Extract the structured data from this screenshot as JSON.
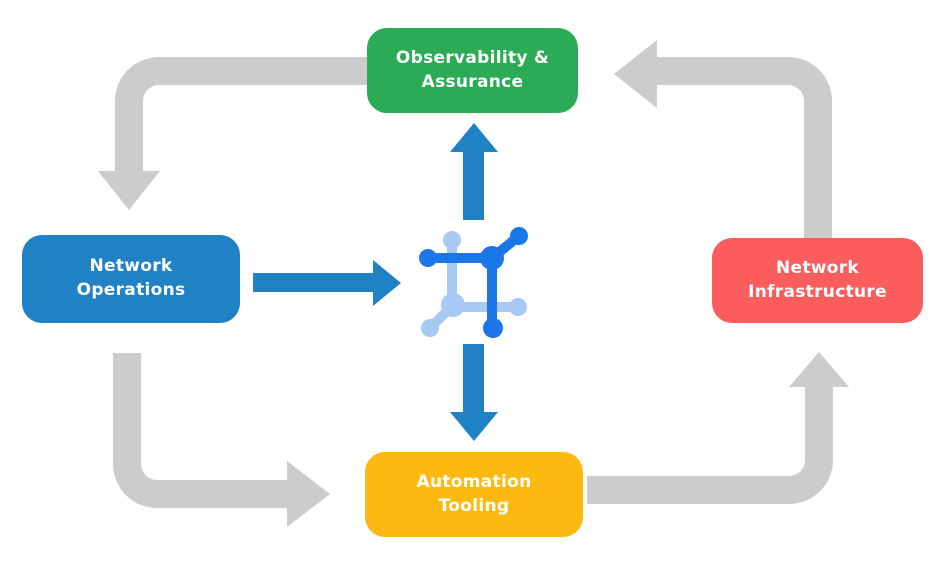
{
  "title": "Network automation platform cycle diagram",
  "colors": {
    "background": "#FFFFFF",
    "green": "#2BAB55",
    "blue": "#2082C4",
    "red": "#FB5D5D",
    "yellow": "#FCB912",
    "gray_arrow": "#CCCCCC",
    "blue_arrow": "#2082C4",
    "icon_dark_blue": "#1B76E8",
    "icon_light_blue": "#A8C9F4",
    "node_text": "#FFFFFF"
  },
  "nodes": {
    "observability": {
      "line1": "Observability &",
      "line2": "Assurance",
      "color": "#2BAB55"
    },
    "operations": {
      "line1": "Network",
      "line2": "Operations",
      "color": "#2082C4"
    },
    "infrastructure": {
      "line1": "Network",
      "line2": "Infrastructure",
      "color": "#FB5D5D"
    },
    "automation": {
      "line1": "Automation",
      "line2": "Tooling",
      "color": "#FCB912"
    }
  },
  "center_icon": "network-mesh-icon",
  "flows": [
    {
      "from": "Observability & Assurance",
      "to": "Network Operations",
      "style": "gray-elbow"
    },
    {
      "from": "Network Operations",
      "to": "Automation Tooling",
      "style": "gray-elbow"
    },
    {
      "from": "Automation Tooling",
      "to": "Network Infrastructure",
      "style": "gray-elbow"
    },
    {
      "from": "Network Infrastructure",
      "to": "Observability & Assurance",
      "style": "gray-elbow"
    },
    {
      "from": "Network Operations",
      "to": "center-icon",
      "style": "blue-straight"
    },
    {
      "from": "center-icon",
      "to": "Observability & Assurance",
      "style": "blue-straight"
    },
    {
      "from": "center-icon",
      "to": "Automation Tooling",
      "style": "blue-straight"
    }
  ]
}
